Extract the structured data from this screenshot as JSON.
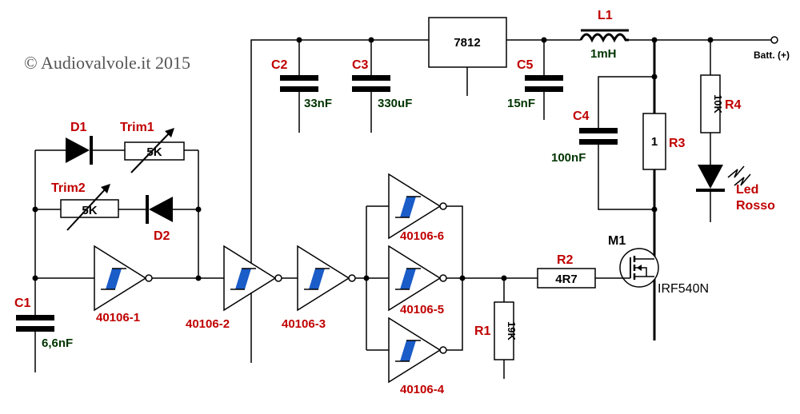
{
  "copyright": "© Audiovalvole.it 2015",
  "battery_label": "Batt. (+)",
  "regulator": {
    "name": "7812"
  },
  "inductor": {
    "ref": "L1",
    "value": "1mH"
  },
  "capacitors": {
    "C1": {
      "ref": "C1",
      "value": "6,6nF"
    },
    "C2": {
      "ref": "C2",
      "value": "33nF"
    },
    "C3": {
      "ref": "C3",
      "value": "330uF"
    },
    "C4": {
      "ref": "C4",
      "value": "100nF"
    },
    "C5": {
      "ref": "C5",
      "value": "15nF"
    }
  },
  "resistors": {
    "R1": {
      "ref": "R1",
      "value": "19K"
    },
    "R2": {
      "ref": "R2",
      "value": "4R7"
    },
    "R3": {
      "ref": "R3",
      "value": "1"
    },
    "R4": {
      "ref": "R4",
      "value": "10K"
    }
  },
  "trimmers": {
    "Trim1": {
      "ref": "Trim1",
      "value": "5K"
    },
    "Trim2": {
      "ref": "Trim2",
      "value": "5K"
    }
  },
  "diodes": {
    "D1": "D1",
    "D2": "D2"
  },
  "led": {
    "line1": "Led",
    "line2": "Rosso"
  },
  "mosfet": {
    "ref": "M1",
    "part": "IRF540N"
  },
  "gates": {
    "g1": "40106-1",
    "g2": "40106-2",
    "g3": "40106-3",
    "g4": "40106-4",
    "g5": "40106-5",
    "g6": "40106-6"
  }
}
